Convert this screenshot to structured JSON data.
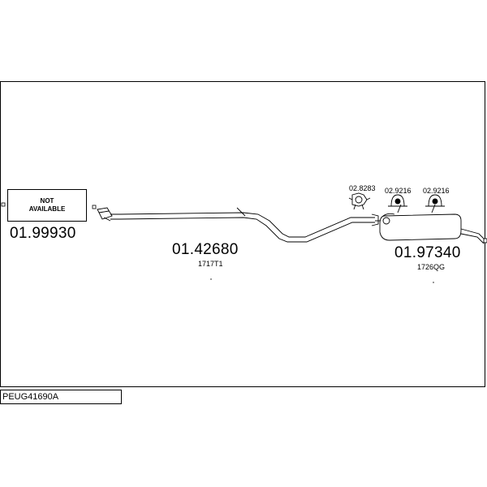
{
  "diagram": {
    "reference_code": "PEUG41690A",
    "parts": [
      {
        "number": "01.99930",
        "status_line1": "NOT",
        "status_line2": "AVAILABLE"
      },
      {
        "number": "01.42680",
        "oe_ref": "1717T1"
      },
      {
        "number": "01.97340",
        "oe_ref": "1726QG"
      }
    ],
    "hardware": [
      {
        "number": "02.8283"
      },
      {
        "number": "02.9216"
      },
      {
        "number": "02.9216"
      }
    ]
  }
}
